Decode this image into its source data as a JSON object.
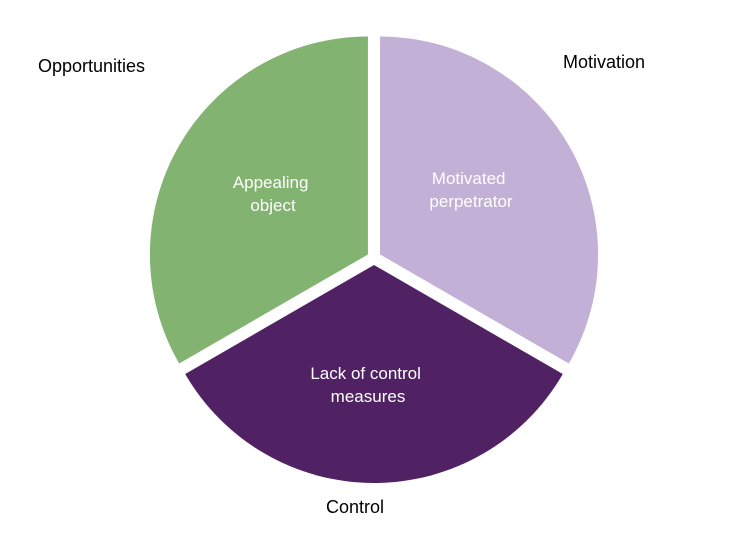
{
  "diagram": {
    "segments": [
      {
        "id": "motivated",
        "lines": [
          "Motivated",
          "perpetrator"
        ],
        "color": "#C3B0D6"
      },
      {
        "id": "control",
        "lines": [
          "Lack of control",
          "measures"
        ],
        "color": "#512263"
      },
      {
        "id": "appealing",
        "lines": [
          "Appealing",
          "object"
        ],
        "color": "#82B370"
      }
    ],
    "outer_labels": {
      "opportunities": "Opportunities",
      "motivation": "Motivation",
      "control": "Control"
    }
  }
}
